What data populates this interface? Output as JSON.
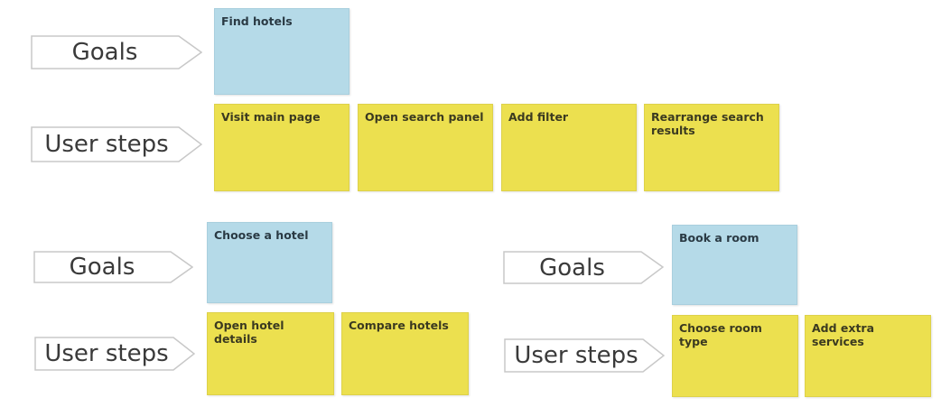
{
  "colors": {
    "goal_note": "#b5dae8",
    "step_note": "#ece04f",
    "tag_border": "#c8c8c8",
    "tag_text": "#3a3a3a"
  },
  "groups": [
    {
      "goals_label": "Goals",
      "steps_label": "User steps",
      "goal": "Find hotels",
      "steps": [
        "Visit main page",
        "Open search panel",
        "Add filter",
        "Rearrange search results"
      ]
    },
    {
      "goals_label": "Goals",
      "steps_label": "User steps",
      "goal": "Choose a hotel",
      "steps": [
        "Open hotel details",
        "Compare hotels"
      ]
    },
    {
      "goals_label": "Goals",
      "steps_label": "User steps",
      "goal": "Book a room",
      "steps": [
        "Choose room type",
        "Add extra services"
      ]
    }
  ]
}
